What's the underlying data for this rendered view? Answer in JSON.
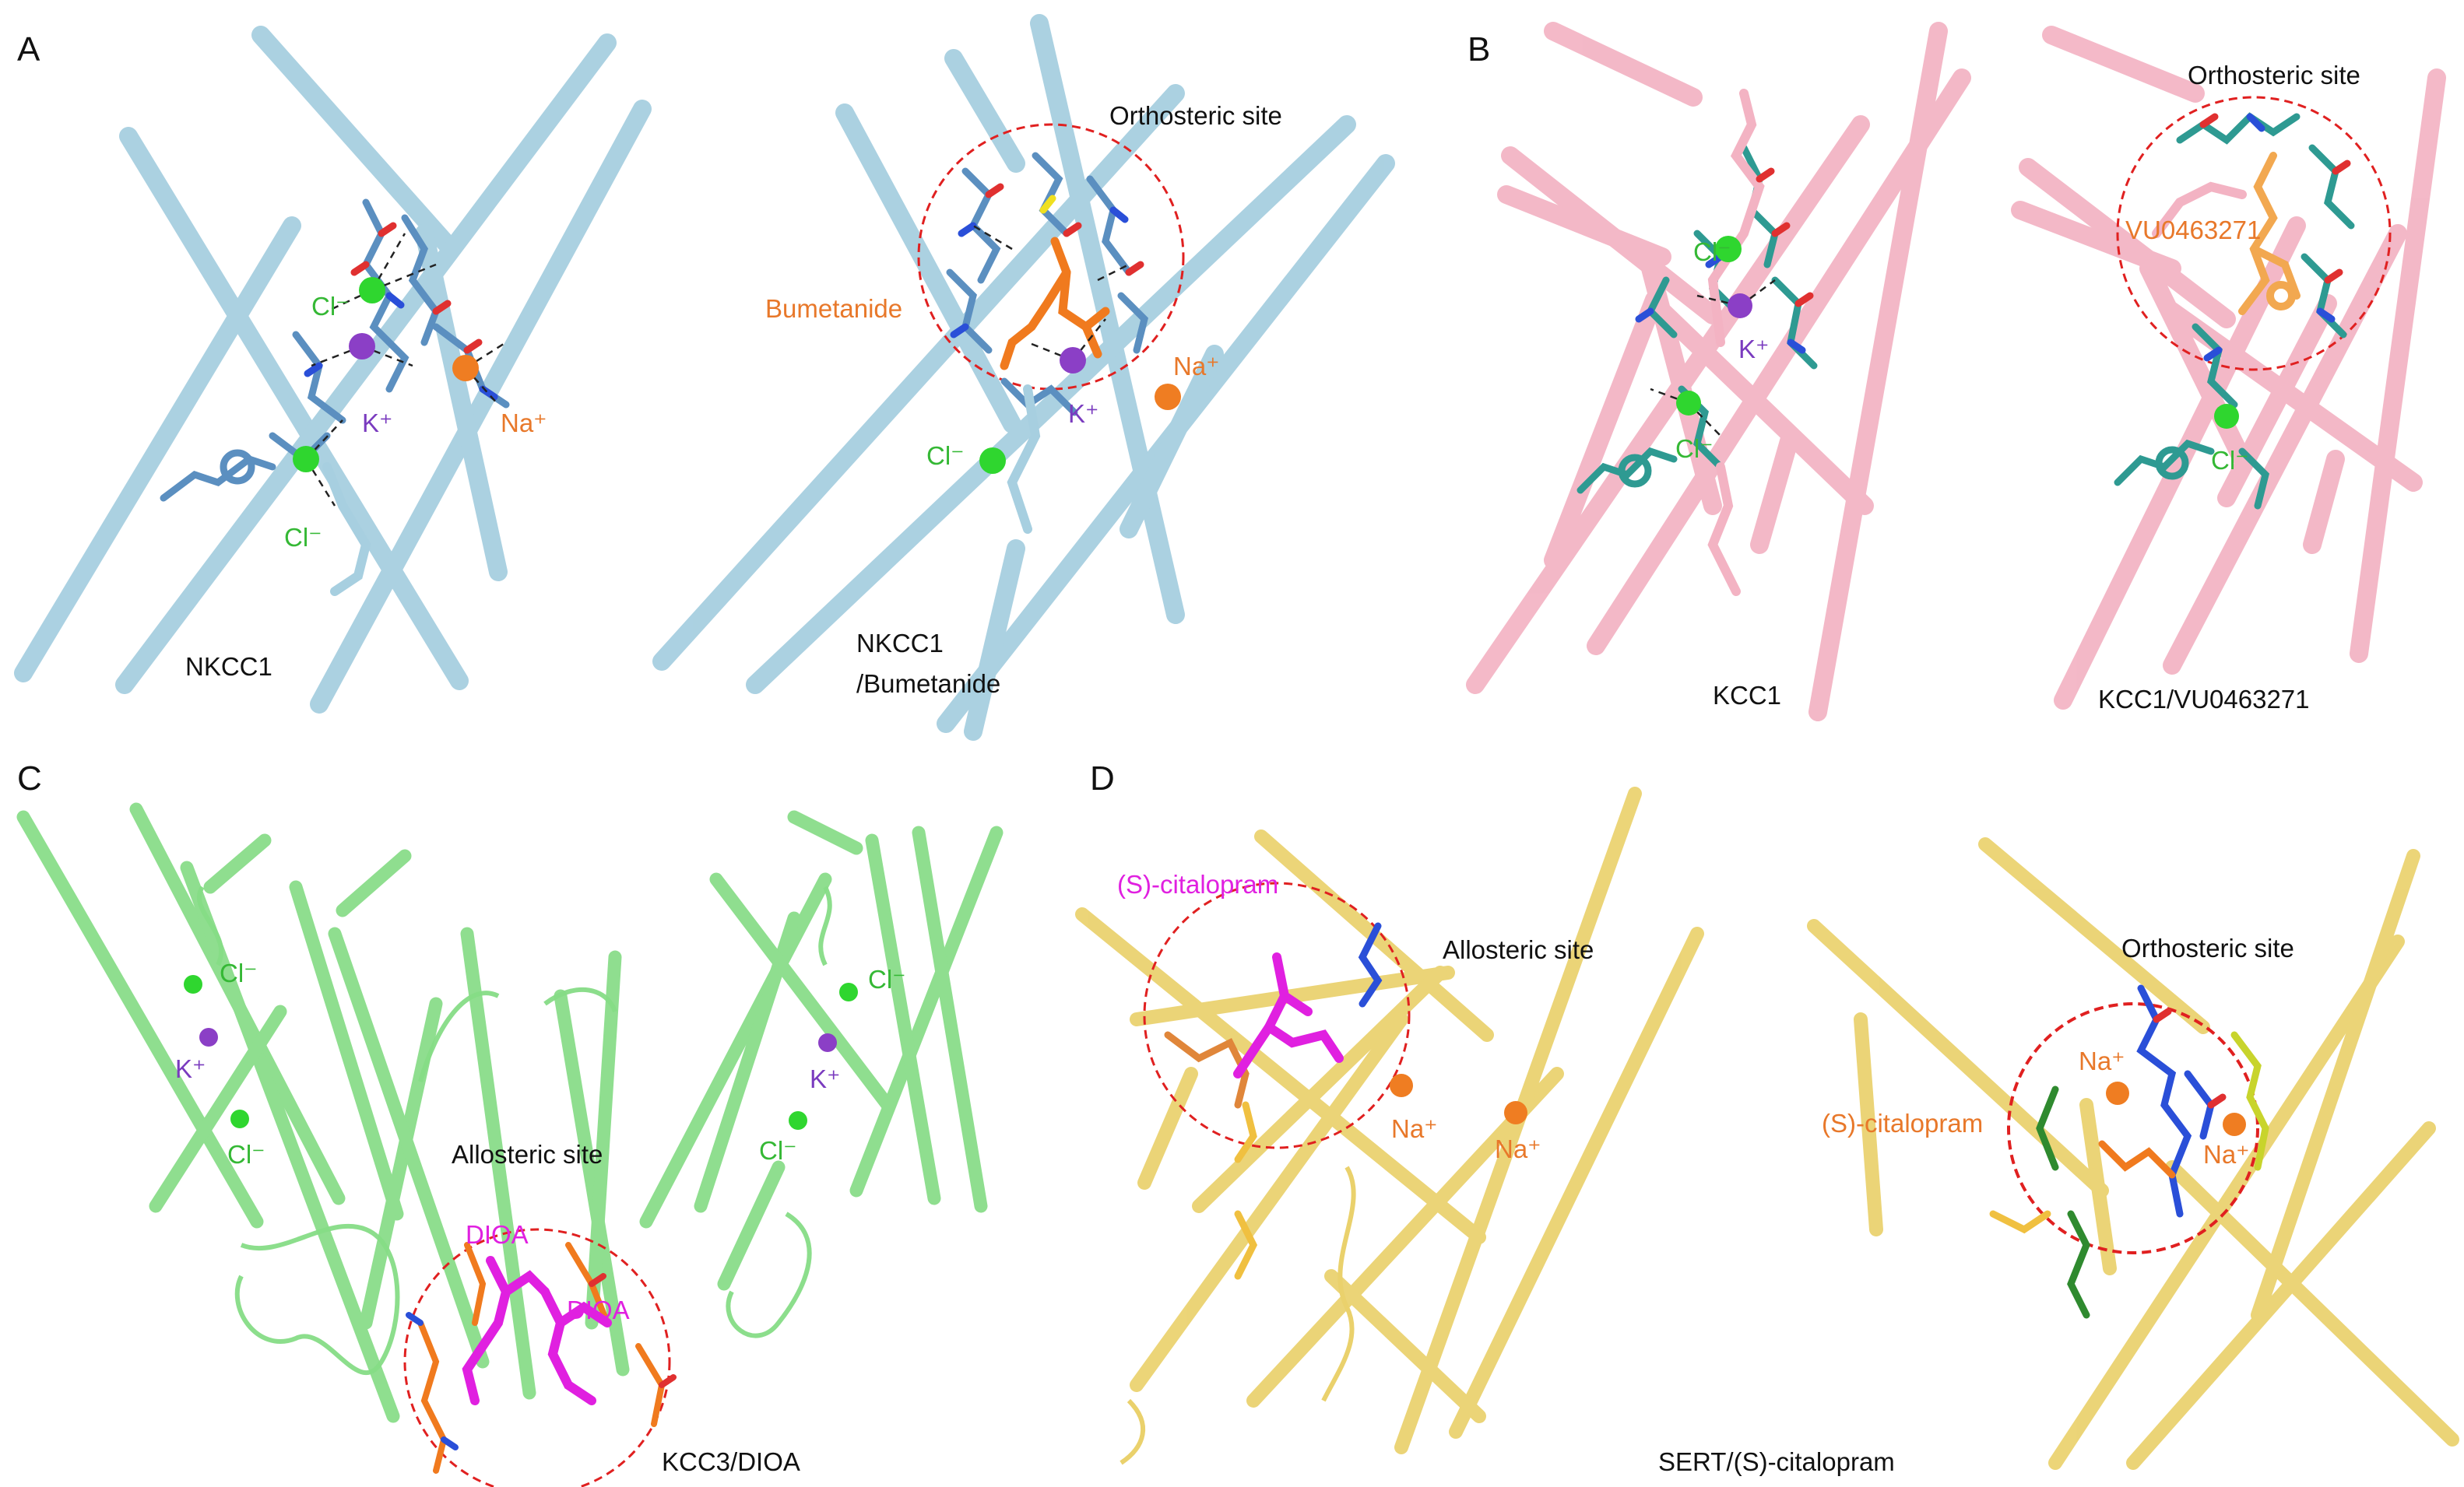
{
  "colors": {
    "nkcc_helix": "#a7cfe0",
    "kcc1_helix": "#f3b3c3",
    "kcc3_helix": "#86dc86",
    "sert_helix": "#ead16c",
    "chloride": "#2fd62f",
    "potassium": "#8b3fc6",
    "sodium": "#ef7d22",
    "drug_orange": "#f07a1e",
    "drug_magenta": "#e020e0",
    "site_circle": "#e02020",
    "label_black": "#111111",
    "label_cl": "#35b835",
    "label_k": "#7a3bbf",
    "label_na": "#e8782a"
  },
  "panels": {
    "A": {
      "letter": "A",
      "left": {
        "caption": "NKCC1",
        "cl_top": "Cl⁻",
        "cl_bottom": "Cl⁻",
        "k": "K⁺",
        "na": "Na⁺"
      },
      "right": {
        "caption_line1": "NKCC1",
        "caption_line2": "/Bumetanide",
        "site": "Orthosteric site",
        "drug": "Bumetanide",
        "cl": "Cl⁻",
        "k": "K⁺",
        "na": "Na⁺"
      }
    },
    "B": {
      "letter": "B",
      "left": {
        "caption": "KCC1",
        "cl_top": "Cl⁻",
        "cl_bottom": "Cl⁻",
        "k": "K⁺"
      },
      "right": {
        "caption": "KCC1/VU0463271",
        "site": "Orthosteric site",
        "drug": "VU0463271",
        "cl": "Cl⁻"
      }
    },
    "C": {
      "letter": "C",
      "caption": "KCC3/DIOA",
      "site": "Allosteric site",
      "drug_1": "DIOA",
      "drug_2": "DIOA",
      "cl_1": "Cl⁻",
      "cl_2": "Cl⁻",
      "cl_3": "Cl⁻",
      "cl_4": "Cl⁻",
      "k_1": "K⁺",
      "k_2": "K⁺"
    },
    "D": {
      "letter": "D",
      "caption": "SERT/(S)-citalopram",
      "left": {
        "drug": "(S)-citalopram",
        "site": "Allosteric site",
        "na_1": "Na⁺",
        "na_2": "Na⁺"
      },
      "right": {
        "site": "Orthosteric site",
        "drug": "(S)-citalopram",
        "na_1": "Na⁺",
        "na_2": "Na⁺"
      }
    }
  }
}
